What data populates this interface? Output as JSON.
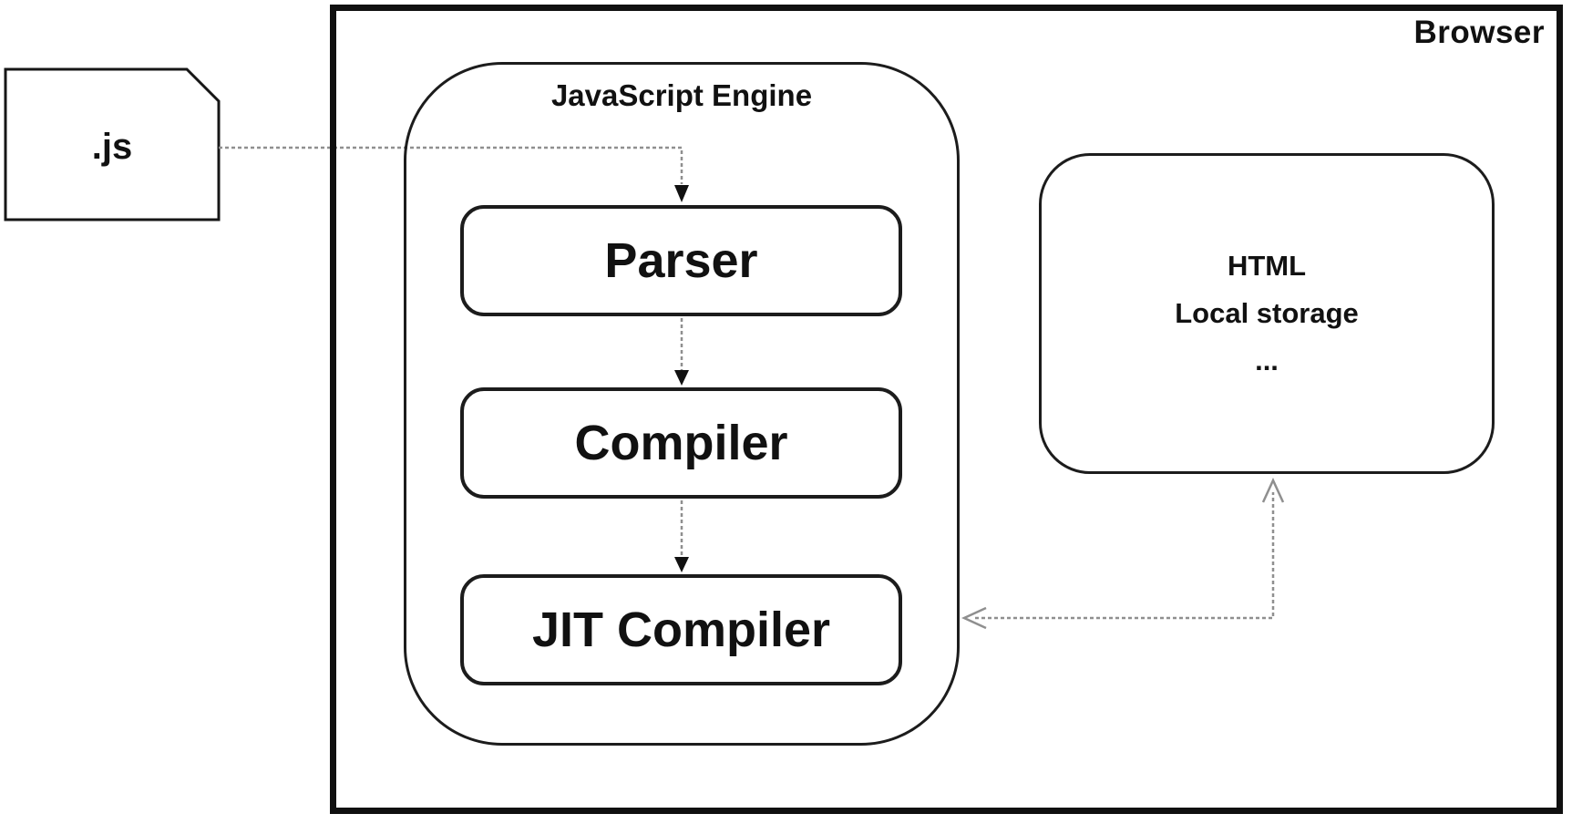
{
  "diagram": {
    "title_hint": "JavaScript execution inside a web browser",
    "colors": {
      "background": "#ffffff",
      "box_border": "#1c1c1c",
      "browser_border": "#101010",
      "connector": "#8f8f8f",
      "arrowhead_fill": "#111111",
      "text": "#111111"
    },
    "browser": {
      "label": "Browser"
    },
    "js_file": {
      "label": ".js"
    },
    "engine": {
      "label": "JavaScript Engine",
      "stages": [
        {
          "id": "parser",
          "label": "Parser"
        },
        {
          "id": "compiler",
          "label": "Compiler"
        },
        {
          "id": "jit-compiler",
          "label": "JIT Compiler"
        }
      ]
    },
    "storage": {
      "lines": [
        "HTML",
        "Local storage",
        "..."
      ]
    },
    "connections": [
      {
        "from": "js-file",
        "to": "parser",
        "direction": "one-way",
        "style": "elbow-dashed"
      },
      {
        "from": "parser",
        "to": "compiler",
        "direction": "one-way",
        "style": "dashed"
      },
      {
        "from": "compiler",
        "to": "jit-compiler",
        "direction": "one-way",
        "style": "dashed"
      },
      {
        "from": "javascript-engine",
        "to": "storage",
        "direction": "two-way",
        "style": "elbow-dashed"
      }
    ]
  }
}
